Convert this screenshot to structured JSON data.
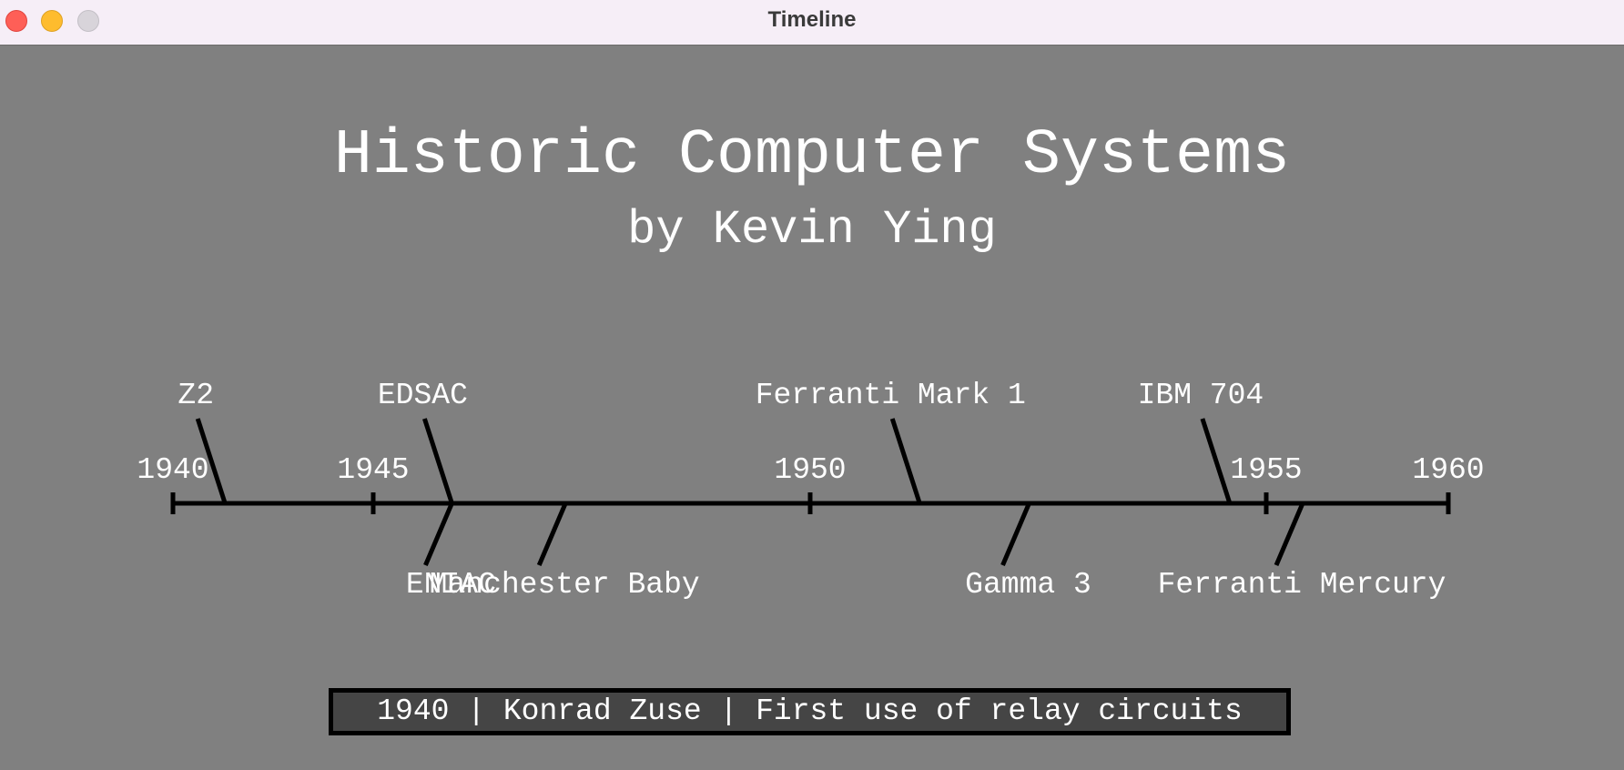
{
  "window": {
    "title": "Timeline",
    "buttons": [
      "close",
      "minimize",
      "maximize"
    ]
  },
  "heading": {
    "title": "Historic Computer Systems",
    "subtitle": "by Kevin Ying"
  },
  "timeline": {
    "start_year": 1940,
    "end_year": 1960,
    "year_ticks": [
      "1940",
      "1945",
      "1950",
      "1955",
      "1960"
    ],
    "events": [
      {
        "name": "Z2",
        "year": 1941.3,
        "side": "above"
      },
      {
        "name": "ENIAC",
        "year": 1945.9,
        "side": "below"
      },
      {
        "name": "EDSAC",
        "year": 1945.9,
        "side": "above"
      },
      {
        "name": "Manchester Baby",
        "year": 1947.2,
        "side": "below"
      },
      {
        "name": "Ferranti Mark 1",
        "year": 1951.2,
        "side": "above"
      },
      {
        "name": "Gamma 3",
        "year": 1952.4,
        "side": "below"
      },
      {
        "name": "IBM 704",
        "year": 1954.6,
        "side": "above"
      },
      {
        "name": "Ferranti Mercury",
        "year": 1956.0,
        "side": "below"
      }
    ],
    "line_color": "#000000",
    "label_color": "#ffffff"
  },
  "info_box": {
    "text": "1940 | Konrad Zuse | First use of relay circuits"
  },
  "colors": {
    "background": "#808080",
    "titlebar": "#f6eef7",
    "info_box_bg": "#454545"
  }
}
